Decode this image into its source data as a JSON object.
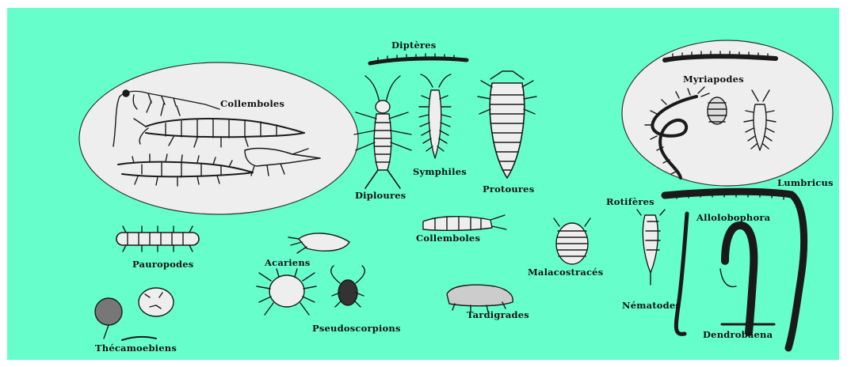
{
  "colors": {
    "background": "#66ffcc",
    "ellipse_fill": "#eeeeee",
    "ink": "#1a1a1a"
  },
  "labels": {
    "collemboles_group": "Collemboles",
    "dipteres": "Diptères",
    "myriapodes": "Myriapodes",
    "symphiles": "Symphiles",
    "diploures": "Diploures",
    "protoures": "Protoures",
    "lumbricus": "Lumbricus",
    "rotiferes": "Rotifères",
    "allolobophora": "Allolobophora",
    "collemboles": "Collemboles",
    "malacostraces": "Malacostracés",
    "pauropodes": "Pauropodes",
    "acariens": "Acariens",
    "pseudoscorpions": "Pseudoscorpions",
    "tardigrades": "Tardigrades",
    "nematodes": "Nématodes",
    "dendrobaena": "Dendrobaena",
    "thecamoebiens": "Thécamoebiens"
  }
}
